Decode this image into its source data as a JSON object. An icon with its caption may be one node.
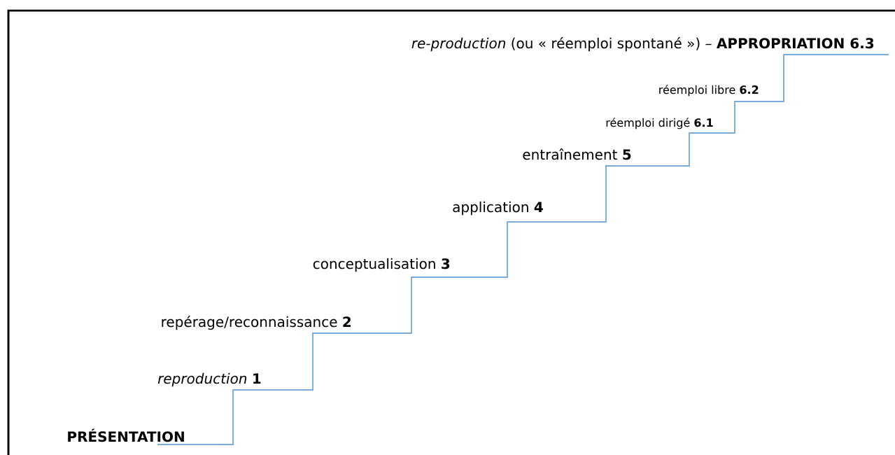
{
  "diagram": {
    "labels": [
      "PRÉSENTATION",
      "*reproduction* **1**",
      "repérage/reconnaissance **2**",
      "conceptualisation **3**",
      "application **4**",
      "entraînement **5**",
      "réemploi dirigé **6.1**",
      "réemploi libre **6.2**",
      "*re-production* (ou « réemploi spontané ») – **APPROPRIATION 6.3**"
    ]
  }
}
